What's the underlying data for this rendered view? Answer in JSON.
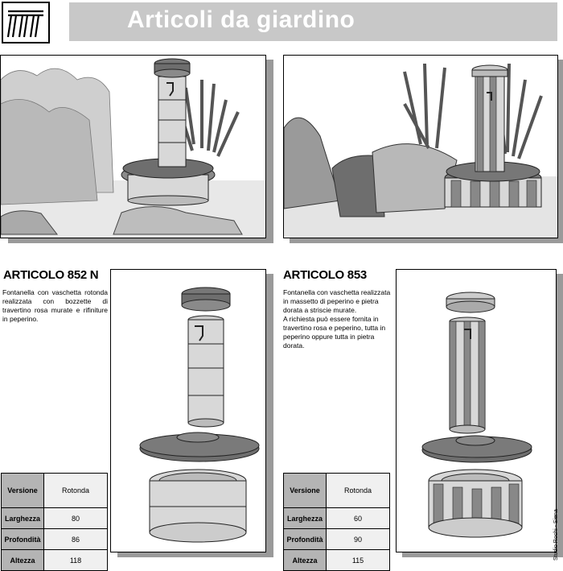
{
  "header": {
    "title": "Articoli da giardino"
  },
  "products": [
    {
      "heading": "ARTICOLO 852 N",
      "description": [
        "Fontanella con vaschetta rotonda realizzata con bozzette di travertino rosa murate e rifiniture in peperino."
      ],
      "specs": [
        {
          "label": "Versione",
          "value": "Rotonda"
        },
        {
          "label": "Larghezza",
          "value": "80"
        },
        {
          "label": "Profondità",
          "value": "86"
        },
        {
          "label": "Altezza",
          "value": "118"
        }
      ]
    },
    {
      "heading": "ARTICOLO 853",
      "description": [
        "Fontanella con vaschetta realizzata in massetto di peperino e pietra dorata a striscie murate.",
        "A richiesta può essere fornita in travertino rosa e peperino, tutta in peperino oppure tutta in pietra dorata."
      ],
      "specs": [
        {
          "label": "Versione",
          "value": "Rotonda"
        },
        {
          "label": "Larghezza",
          "value": "60"
        },
        {
          "label": "Profondità",
          "value": "90"
        },
        {
          "label": "Altezza",
          "value": "115"
        }
      ]
    }
  ],
  "footer": {
    "credit": "Studio Rochi - Siena"
  },
  "colors": {
    "title_bar": "#c8c8c8",
    "label_cell": "#b4b4b4",
    "stone": "#d8d8d8",
    "dark_stone": "#6e6e6e"
  }
}
